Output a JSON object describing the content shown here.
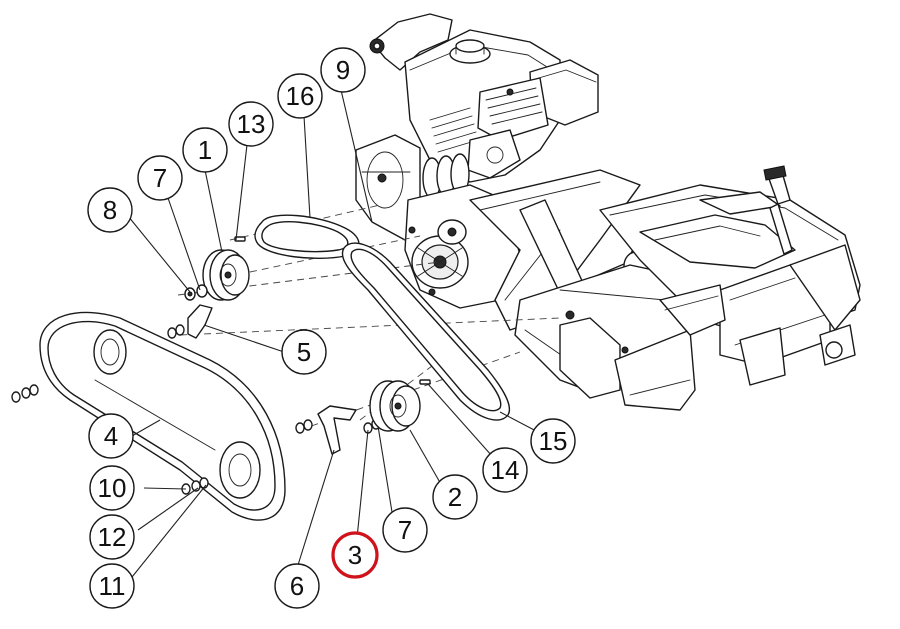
{
  "callouts": [
    {
      "id": "8",
      "label": "8"
    },
    {
      "id": "7a",
      "label": "7"
    },
    {
      "id": "1",
      "label": "1"
    },
    {
      "id": "13",
      "label": "13"
    },
    {
      "id": "16",
      "label": "16"
    },
    {
      "id": "9",
      "label": "9"
    },
    {
      "id": "5",
      "label": "5"
    },
    {
      "id": "4",
      "label": "4"
    },
    {
      "id": "10",
      "label": "10"
    },
    {
      "id": "12",
      "label": "12"
    },
    {
      "id": "11",
      "label": "11"
    },
    {
      "id": "6",
      "label": "6"
    },
    {
      "id": "3",
      "label": "3"
    },
    {
      "id": "7b",
      "label": "7"
    },
    {
      "id": "2",
      "label": "2"
    },
    {
      "id": "14",
      "label": "14"
    },
    {
      "id": "15",
      "label": "15"
    }
  ],
  "highlighted_callout": "3",
  "colors": {
    "highlight": "#d0121b",
    "line": "#1a1a1a",
    "background": "#ffffff"
  }
}
